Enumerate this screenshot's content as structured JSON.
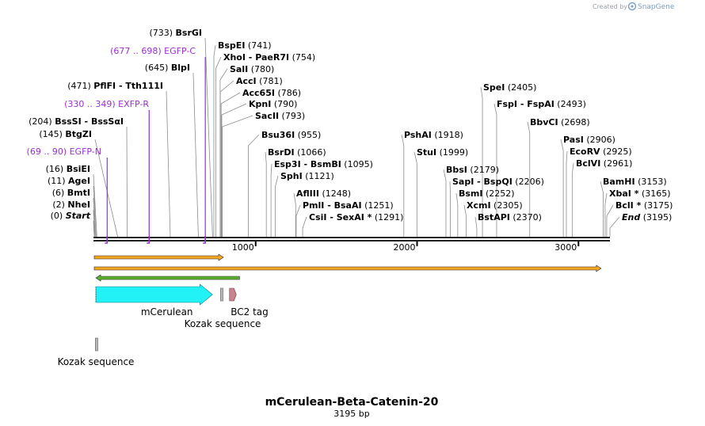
{
  "brand": {
    "prefix": "Created by",
    "name": "SnapGene"
  },
  "plasmid": {
    "name": "mCerulean-Beta-Catenin-20",
    "length_label": "3195 bp",
    "length": 3195
  },
  "ticks": [
    {
      "pos": 1000,
      "label": "1000"
    },
    {
      "pos": 2000,
      "label": "2000"
    },
    {
      "pos": 3000,
      "label": "3000"
    }
  ],
  "left_sites": [
    {
      "names": [
        "Start"
      ],
      "pos_label": "(0)",
      "pos": 0,
      "italic": true
    },
    {
      "names": [
        "NheI"
      ],
      "pos_label": "(2)",
      "pos": 2
    },
    {
      "names": [
        "BmtI"
      ],
      "pos_label": "(6)",
      "pos": 6
    },
    {
      "names": [
        "AgeI"
      ],
      "pos_label": "(11)",
      "pos": 11
    },
    {
      "names": [
        "BsiEI"
      ],
      "pos_label": "(16)",
      "pos": 16
    },
    {
      "names": [
        "BtgZI"
      ],
      "pos_label": "(145)",
      "pos": 145
    },
    {
      "names": [
        "BssSI",
        "BssSαI"
      ],
      "pos_label": "(204)",
      "pos": 204
    },
    {
      "names": [
        "PflFI",
        "Tth111I"
      ],
      "pos_label": "(471)",
      "pos": 471
    },
    {
      "names": [
        "BlpI"
      ],
      "pos_label": "(645)",
      "pos": 645
    },
    {
      "names": [
        "BsrGI"
      ],
      "pos_label": "(733)",
      "pos": 733
    }
  ],
  "primers": [
    {
      "label": "EGFP-N",
      "pos_label": "(69 .. 90)",
      "pos": 80
    },
    {
      "label": "EXFP-R",
      "pos_label": "(330 .. 349)",
      "pos": 340
    },
    {
      "label": "EGFP-C",
      "pos_label": "(677 .. 698)",
      "pos": 688
    }
  ],
  "right_sites": [
    {
      "names": [
        "BspEI"
      ],
      "pos_label": "(741)",
      "pos": 741
    },
    {
      "names": [
        "XhoI",
        "PaeR7I"
      ],
      "pos_label": "(754)",
      "pos": 754
    },
    {
      "names": [
        "SalI"
      ],
      "pos_label": "(780)",
      "pos": 780
    },
    {
      "names": [
        "AccI"
      ],
      "pos_label": "(781)",
      "pos": 781
    },
    {
      "names": [
        "Acc65I"
      ],
      "pos_label": "(786)",
      "pos": 786
    },
    {
      "names": [
        "KpnI"
      ],
      "pos_label": "(790)",
      "pos": 790
    },
    {
      "names": [
        "SacII"
      ],
      "pos_label": "(793)",
      "pos": 793
    },
    {
      "names": [
        "Bsu36I"
      ],
      "pos_label": "(955)",
      "pos": 955
    },
    {
      "names": [
        "BsrDI"
      ],
      "pos_label": "(1066)",
      "pos": 1066
    },
    {
      "names": [
        "Esp3I",
        "BsmBI"
      ],
      "pos_label": "(1095)",
      "pos": 1095
    },
    {
      "names": [
        "SphI"
      ],
      "pos_label": "(1121)",
      "pos": 1121
    },
    {
      "names": [
        "AflIII"
      ],
      "pos_label": "(1248)",
      "pos": 1248
    },
    {
      "names": [
        "PmlI",
        "BsaAI"
      ],
      "pos_label": "(1251)",
      "pos": 1251
    },
    {
      "names": [
        "CsiI",
        "SexAI *"
      ],
      "pos_label": "(1291)",
      "pos": 1291
    },
    {
      "names": [
        "PshAI"
      ],
      "pos_label": "(1918)",
      "pos": 1918
    },
    {
      "names": [
        "StuI"
      ],
      "pos_label": "(1999)",
      "pos": 1999
    },
    {
      "names": [
        "SpeI"
      ],
      "pos_label": "(2405)",
      "pos": 2405
    },
    {
      "names": [
        "FspI",
        "FspAI"
      ],
      "pos_label": "(2493)",
      "pos": 2493
    },
    {
      "names": [
        "BbsI"
      ],
      "pos_label": "(2179)",
      "pos": 2179
    },
    {
      "names": [
        "SapI",
        "BspQI"
      ],
      "pos_label": "(2206)",
      "pos": 2206
    },
    {
      "names": [
        "BsmI"
      ],
      "pos_label": "(2252)",
      "pos": 2252
    },
    {
      "names": [
        "XcmI"
      ],
      "pos_label": "(2305)",
      "pos": 2305
    },
    {
      "names": [
        "BstAPI"
      ],
      "pos_label": "(2370)",
      "pos": 2370
    },
    {
      "names": [
        "BbvCI"
      ],
      "pos_label": "(2698)",
      "pos": 2698
    },
    {
      "names": [
        "PasI"
      ],
      "pos_label": "(2906)",
      "pos": 2906
    },
    {
      "names": [
        "EcoRV"
      ],
      "pos_label": "(2925)",
      "pos": 2925
    },
    {
      "names": [
        "BclVI"
      ],
      "pos_label": "(2961)",
      "pos": 2961
    },
    {
      "names": [
        "BamHI"
      ],
      "pos_label": "(3153)",
      "pos": 3153
    },
    {
      "names": [
        "XbaI *"
      ],
      "pos_label": "(3165)",
      "pos": 3165
    },
    {
      "names": [
        "BclI *"
      ],
      "pos_label": "(3175)",
      "pos": 3175
    },
    {
      "names": [
        "End"
      ],
      "pos_label": "(3195)",
      "pos": 3195,
      "italic": true
    }
  ],
  "features": [
    {
      "label": "mCerulean",
      "color": "#22f2f5",
      "start": 10,
      "end": 733
    },
    {
      "label": "Kozak sequence",
      "color": "#b8b8b8",
      "start": 790,
      "end": 800
    },
    {
      "label": "BC2 tag",
      "color": "#c9838f",
      "start": 838,
      "end": 880
    },
    {
      "label": "Kozak sequence",
      "color": "#b8b8b8",
      "start": 2,
      "end": 11
    }
  ],
  "orfs": [
    {
      "color": "#f5a623",
      "direction": "forward",
      "start": 0,
      "end": 800
    },
    {
      "color": "#f5a623",
      "direction": "forward",
      "start": 0,
      "end": 3140
    },
    {
      "color": "#5bb030",
      "direction": "reverse",
      "start": 10,
      "end": 900
    }
  ],
  "colors": {
    "primer": "#9a2fd6",
    "backbone": "#222222",
    "leader": "#8c8c8c"
  }
}
